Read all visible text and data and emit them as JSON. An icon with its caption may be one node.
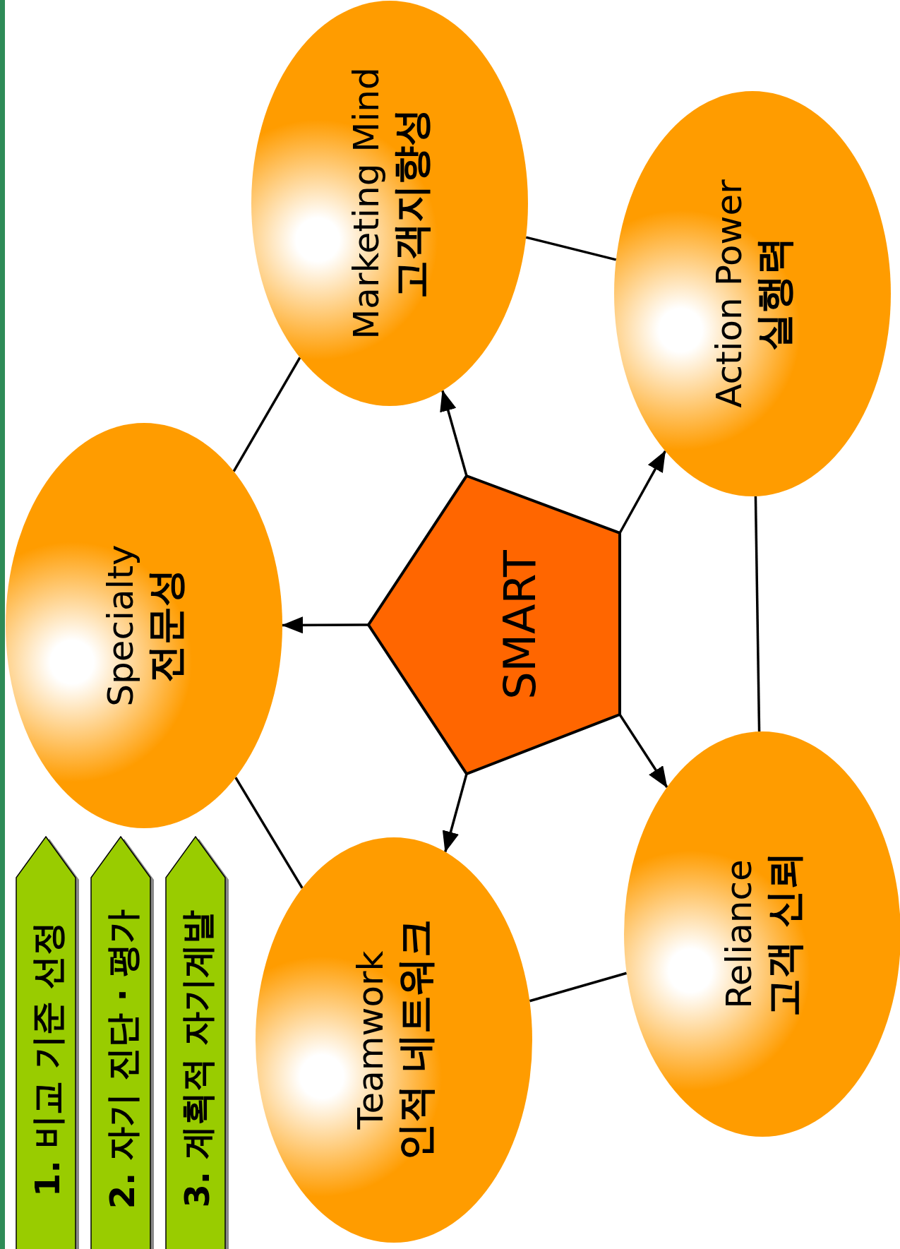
{
  "diagram": {
    "nodes": [
      {
        "text": [
          "Specialty",
          "전문성"
        ]
      },
      {
        "text": [
          "Marketing Mind",
          "고객지향성"
        ]
      },
      {
        "text": [
          "Action Power",
          "실행력"
        ]
      },
      {
        "text": [
          "SMART"
        ]
      },
      {
        "text": [
          "Teamwork",
          "인적 네트워크"
        ]
      },
      {
        "text": [
          "Reliance",
          "고객 신뢰"
        ]
      },
      {
        "text": [
          "1. 비교 기준 선정"
        ]
      },
      {
        "text": [
          "2. 자기 진단 · 평가"
        ]
      },
      {
        "text": [
          "3. 계획적 자기계발"
        ]
      }
    ],
    "edges": [
      {
        "from": 3,
        "to": 0,
        "arrow": "to"
      },
      {
        "from": 3,
        "to": 1,
        "arrow": "to"
      },
      {
        "from": 3,
        "to": 2,
        "arrow": "to"
      },
      {
        "from": 3,
        "to": 5,
        "arrow": "to"
      },
      {
        "from": 3,
        "to": 4,
        "arrow": "to"
      },
      {
        "from": 0,
        "to": 1,
        "arrow": "none"
      },
      {
        "from": 1,
        "to": 2,
        "arrow": "none"
      },
      {
        "from": 2,
        "to": 5,
        "arrow": "none"
      },
      {
        "from": 5,
        "to": 4,
        "arrow": "none"
      },
      {
        "from": 4,
        "to": 0,
        "arrow": "none"
      }
    ]
  }
}
